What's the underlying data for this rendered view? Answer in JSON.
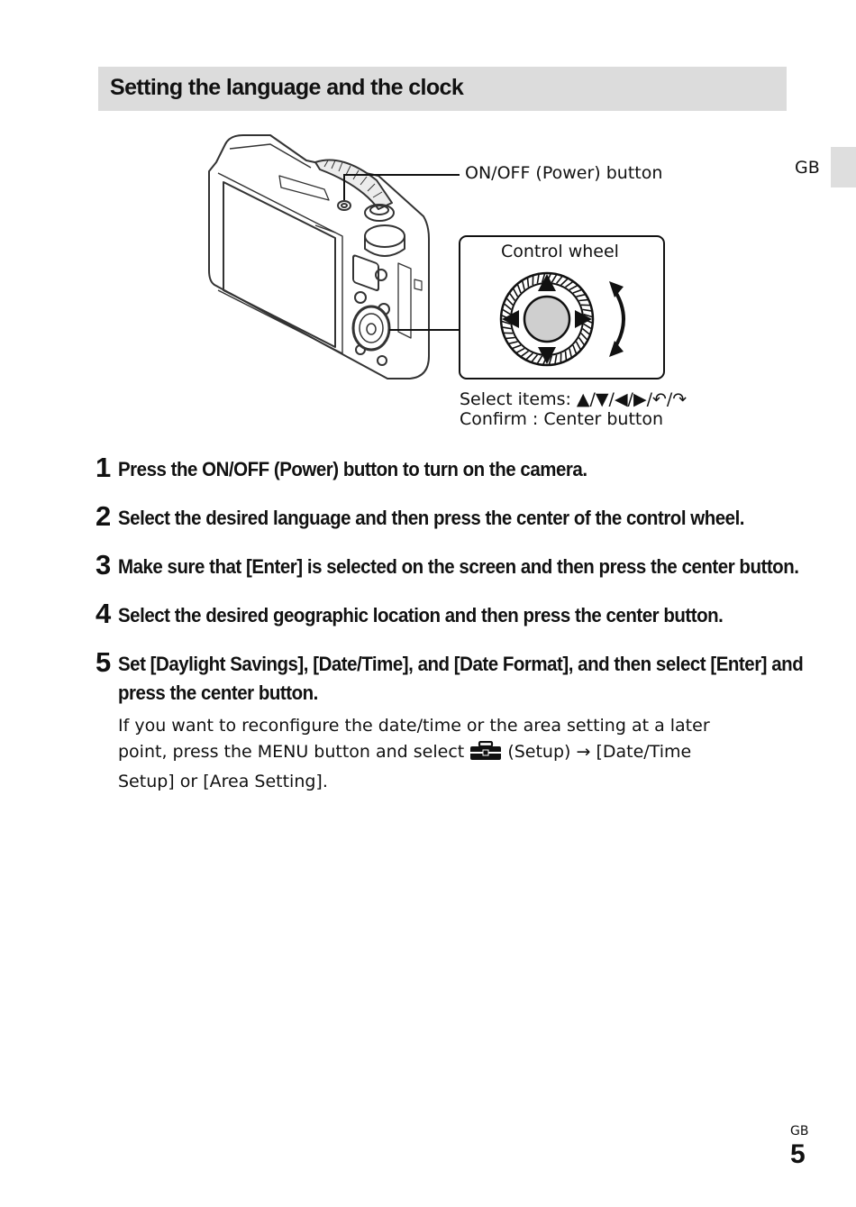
{
  "header": {
    "title": "Setting the language and the clock"
  },
  "side_tab": {
    "label": "GB"
  },
  "figure": {
    "power_label": "ON/OFF (Power) button",
    "wheel_label": "Control wheel",
    "select_items": "Select items: ▲/▼/◀/▶/↶/↷",
    "confirm": "Confirm : Center button"
  },
  "steps": [
    {
      "num": "1",
      "text": "Press the ON/OFF (Power) button to turn on the camera."
    },
    {
      "num": "2",
      "text": "Select the desired language and then press the center of the control wheel."
    },
    {
      "num": "3",
      "text": "Make sure that [Enter] is selected on the screen and then press the center button."
    },
    {
      "num": "4",
      "text": "Select the desired geographic location and then press the center button."
    },
    {
      "num": "5",
      "text": "Set [Daylight Savings], [Date/Time], and [Date Format], and then select [Enter] and press the center button."
    }
  ],
  "note": {
    "part1": "If you want to reconfigure the date/time or the area setting at a later point, press the MENU button and select ",
    "icon": "toolbox-icon",
    "part2": " (Setup) → [Date/Time Setup] or [Area Setting]."
  },
  "footer": {
    "lang": "GB",
    "page": "5"
  }
}
